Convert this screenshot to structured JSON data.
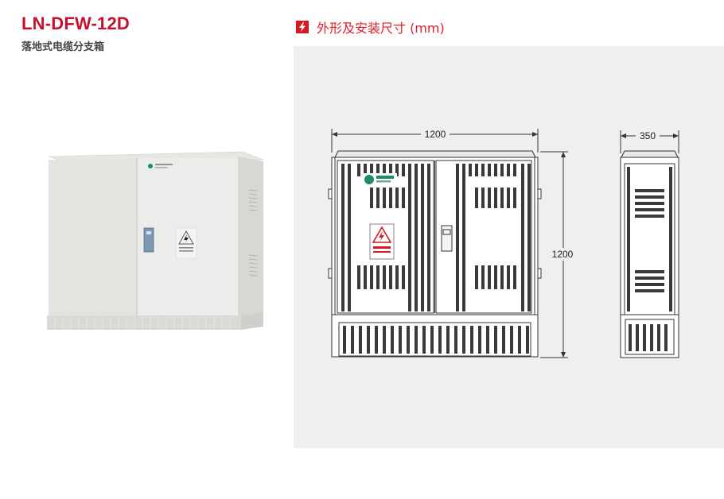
{
  "product": {
    "model": "LN-DFW-12D",
    "name": "落地式电缆分支箱"
  },
  "dimensions_section": {
    "label": "外形及安装尺寸 (mm)",
    "icon": "lightning-bolt-icon",
    "accent_color": "#d71920"
  },
  "drawing": {
    "front_width": "1200",
    "front_height": "1200",
    "side_depth": "350"
  },
  "colors": {
    "title": "#c8102e",
    "panel_bg": "#efefef"
  }
}
